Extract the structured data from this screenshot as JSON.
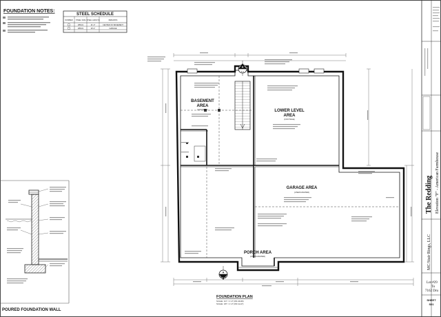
{
  "sheet": {
    "foundation_notes_title": "FOUNDATION NOTES:",
    "steel_schedule_title": "STEEL SCHEDULE",
    "steel_headers": [
      "NUMBER",
      "STEEL SIZE",
      "STEEL LENGTH",
      "REMARKS"
    ],
    "steel_rows": [
      {
        "size": "W8x31",
        "length": "21'-0\"",
        "remarks": "CENTER OF BASEMENT"
      },
      {
        "size": "W8x31",
        "length": "20'-4\"",
        "remarks": "GARAGE"
      }
    ],
    "wall_section_title": "POURED FOUNDATION WALL",
    "plan_title": "FOUNDATION PLAN",
    "plan_scale_1": "SCALE: 1/4\" = 1'-0\" (ON 24x36)",
    "plan_scale_2": "SCALE: 1/8\" = 1'-0\" (ON 11x17)",
    "rooms": {
      "basement": [
        "BASEMENT",
        "AREA",
        "(FOOTAGE)"
      ],
      "lower_level": [
        "LOWER LEVEL",
        "AREA",
        "(FOOTAGE)"
      ],
      "garage": [
        "GARAGE AREA",
        "(UNEXCAVATED)"
      ],
      "porch": [
        "PORCH AREA",
        "(UNEXCAVATED)"
      ]
    },
    "section_marker": "A",
    "section_sheet": "S-1",
    "project_name": "The Redding",
    "elevation": "Elevation \"F\" - American Farmhouse",
    "builder": "MC/Stair Rings, LLC",
    "lot": "Lot #29",
    "town": "To",
    "address": "7162 Dru",
    "sheet_label": "SHEET",
    "sheet_no": "S01"
  }
}
